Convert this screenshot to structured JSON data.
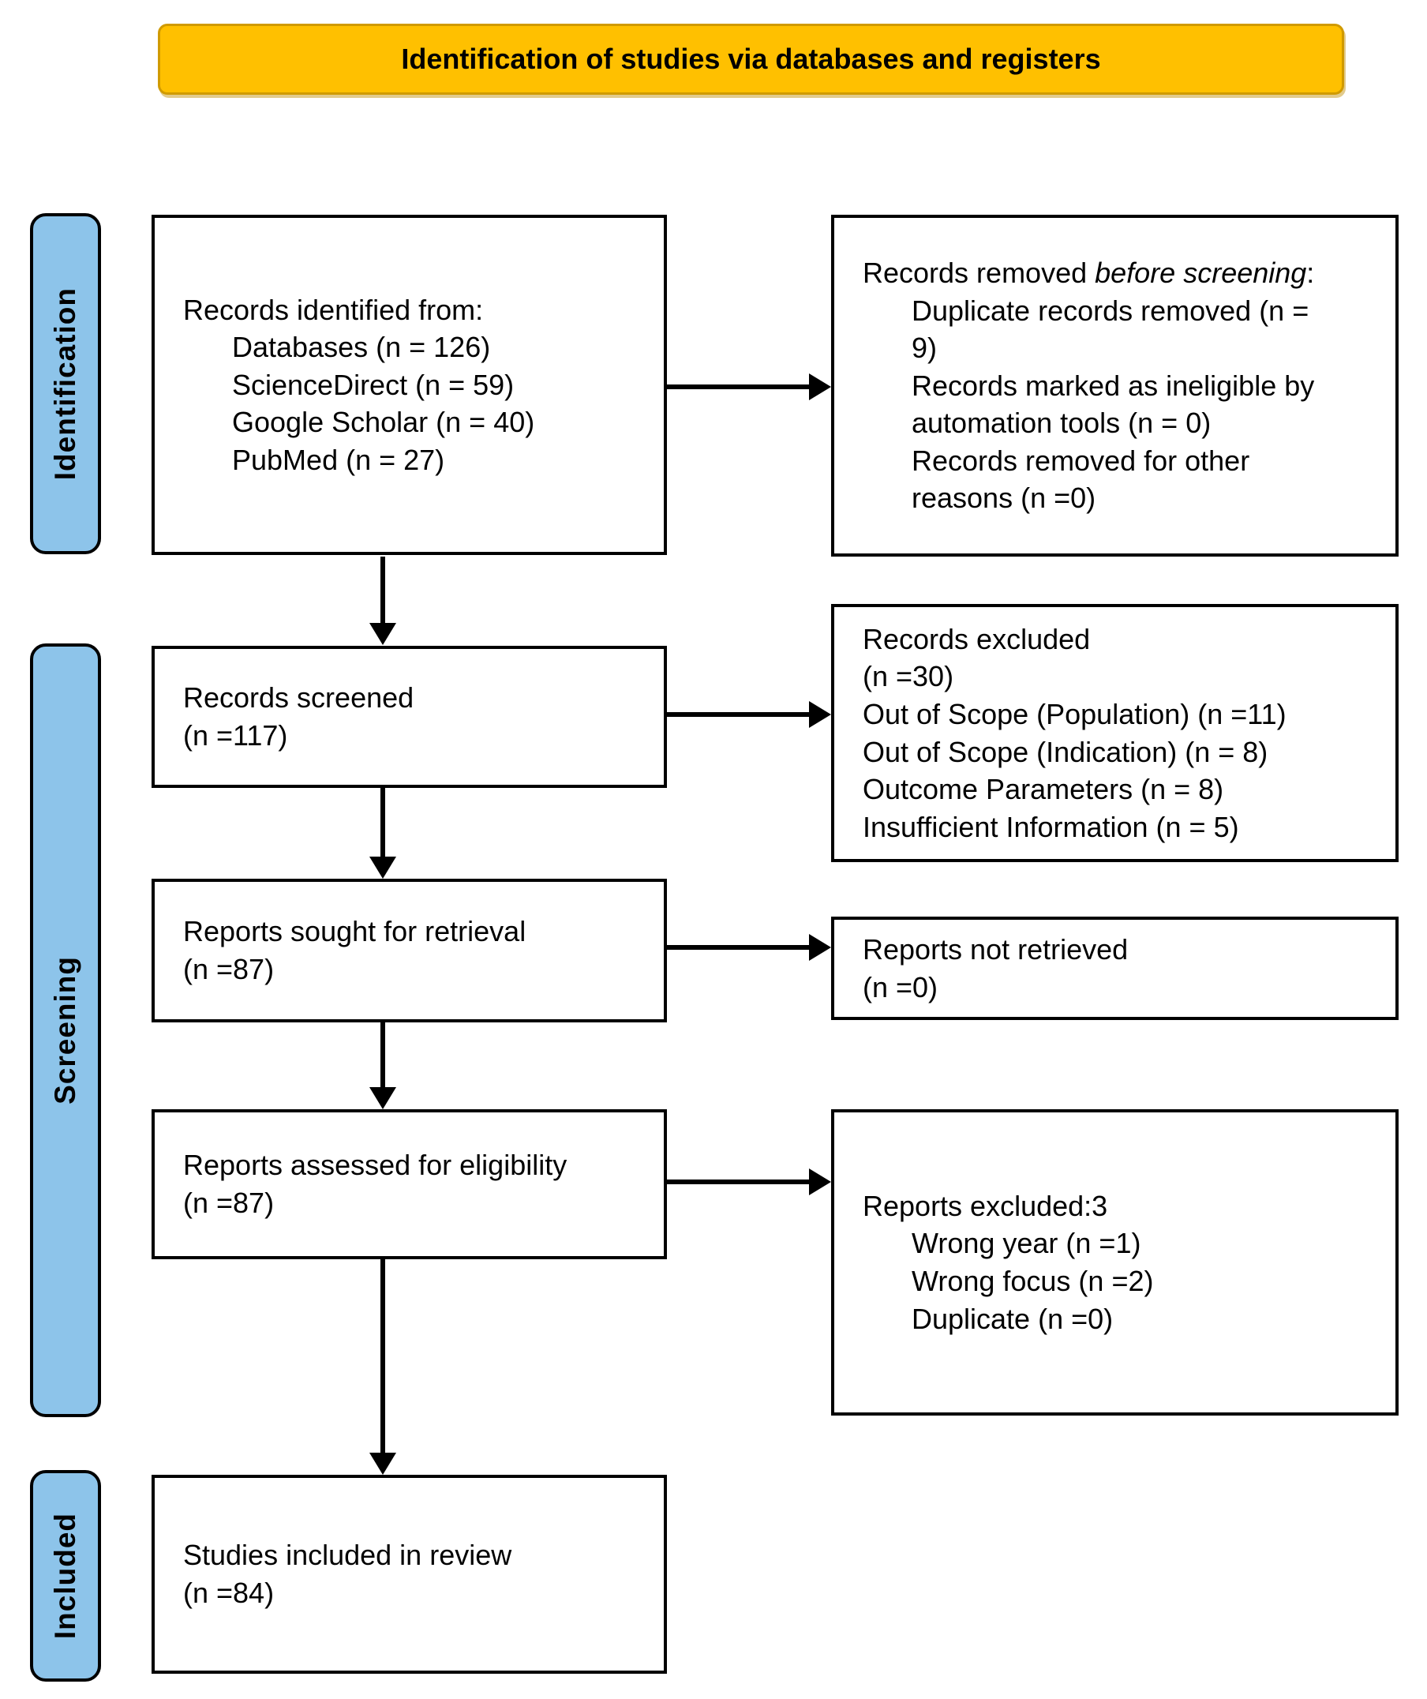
{
  "header": {
    "title": "Identification of studies via databases and registers"
  },
  "colors": {
    "banner_bg": "#FFC000",
    "banner_border": "#D09A00",
    "stage_bg": "#8DC4EA",
    "box_border": "#000000",
    "arrow": "#000000"
  },
  "stages": [
    {
      "label": "Identification"
    },
    {
      "label": "Screening"
    },
    {
      "label": "Included"
    }
  ],
  "boxes": {
    "identified": {
      "title": "Records identified from:",
      "items": [
        "Databases (n = 126)",
        "ScienceDirect (n = 59)",
        "Google Scholar (n = 40)",
        "PubMed (n = 27)"
      ]
    },
    "removed": {
      "title_prefix": "Records removed ",
      "title_italic": "before screening",
      "title_suffix": ":",
      "items": [
        "Duplicate records removed (n =",
        "9)",
        "Records marked as ineligible by",
        "automation tools (n = 0)",
        "Records removed for other",
        "reasons (n =0)"
      ]
    },
    "screened": {
      "lines": [
        "Records screened",
        "(n =117)"
      ]
    },
    "records_excluded": {
      "lines": [
        "Records excluded",
        "(n =30)",
        "Out of Scope (Population) (n =11)",
        "Out of Scope (Indication) (n = 8)",
        "Outcome Parameters (n = 8)",
        "Insufficient Information (n = 5)"
      ]
    },
    "sought": {
      "lines": [
        "Reports sought for retrieval",
        "(n =87)"
      ]
    },
    "not_retrieved": {
      "lines": [
        "Reports not retrieved",
        "(n =0)"
      ]
    },
    "assessed": {
      "lines": [
        "Reports assessed for eligibility",
        "(n =87)"
      ]
    },
    "reports_excluded": {
      "title": "Reports excluded:3",
      "items": [
        "Wrong year (n =1)",
        "Wrong focus (n =2)",
        "Duplicate (n =0)"
      ]
    },
    "included": {
      "lines": [
        "Studies included in review",
        "(n =84)"
      ]
    }
  }
}
